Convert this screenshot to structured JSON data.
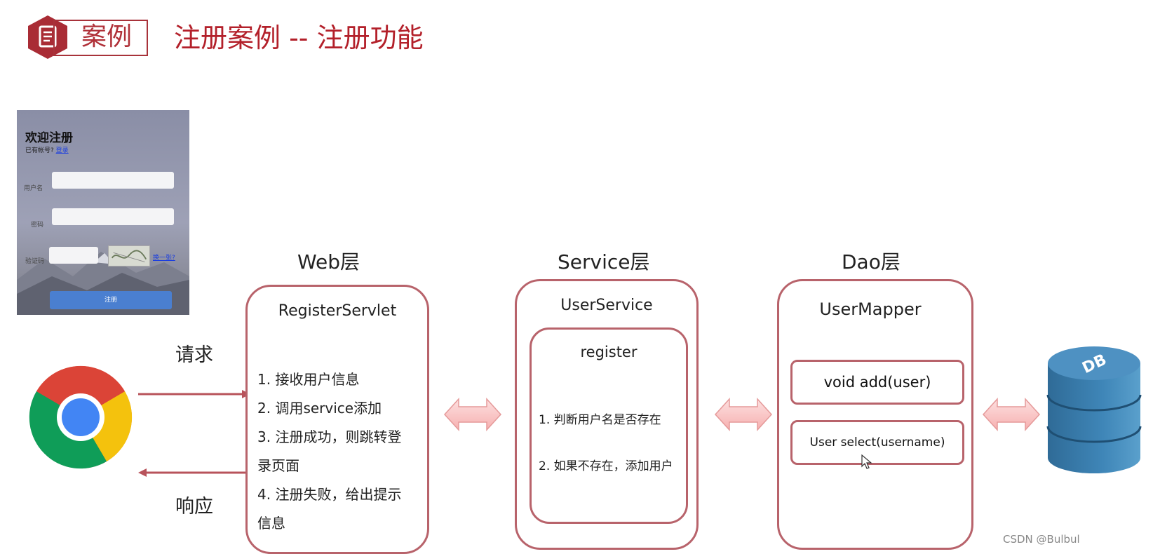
{
  "header": {
    "badge_label": "案例",
    "title": "注册案例 -- 注册功能",
    "icon": "document-icon",
    "accent_color": "#b3202a"
  },
  "register_form": {
    "title": "欢迎注册",
    "has_account": "已有帐号?",
    "login_link": "登录",
    "username_label": "用户名",
    "password_label": "密码",
    "captcha_label": "验证码",
    "change_captcha": "换一张?",
    "submit_label": "注册"
  },
  "client": {
    "icon": "chrome-browser-icon",
    "request_label": "请求",
    "response_label": "响应"
  },
  "web_layer": {
    "title": "Web层",
    "component": "RegisterServlet",
    "steps": [
      "1. 接收用户信息",
      "2. 调用service添加",
      "3. 注册成功，则跳转登",
      "录页面",
      "4. 注册失败，给出提示",
      "信息"
    ]
  },
  "service_layer": {
    "title": "Service层",
    "component": "UserService",
    "method": "register",
    "steps": [
      "1. 判断用户名是否存在",
      "2. 如果不存在，添加用户"
    ]
  },
  "dao_layer": {
    "title": "Dao层",
    "component": "UserMapper",
    "methods": [
      "void add(user)",
      "User select(username)"
    ]
  },
  "database": {
    "icon": "database-icon",
    "label": "DB"
  },
  "watermark": "CSDN @Bulbul"
}
